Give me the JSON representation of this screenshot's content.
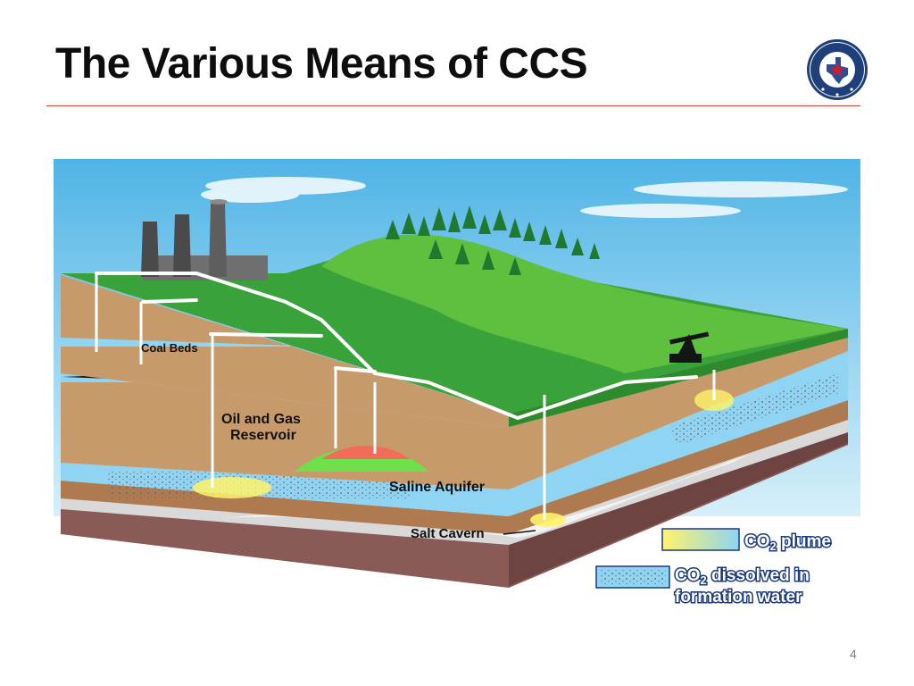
{
  "slide": {
    "title": "The Various Means of CCS",
    "page_number": "4"
  },
  "logo": {
    "seal_text": "RAILROAD COMMISSION OF TEXAS"
  },
  "diagram": {
    "labels": {
      "coal_beds": "Coal Beds",
      "oil_gas_line1": "Oil and Gas",
      "oil_gas_line2": "Reservoir",
      "saline_aquifer": "Saline Aquifer",
      "salt_cavern": "Salt Cavern"
    },
    "legend": {
      "plume_prefix": "CO",
      "plume_sub": "2",
      "plume_suffix": " plume",
      "dissolved_prefix": "CO",
      "dissolved_sub": "2",
      "dissolved_suffix": " dissolved in",
      "dissolved_line2": "formation water"
    },
    "colors": {
      "sky": "#bfe6f7",
      "grass": "#3aa23a",
      "soil": "#c79a6b",
      "aquifer": "#8fd4f2",
      "reservoir_oil": "#f26b5b",
      "reservoir_gas": "#6fe04a",
      "bedrock": "#8a5a57"
    }
  }
}
